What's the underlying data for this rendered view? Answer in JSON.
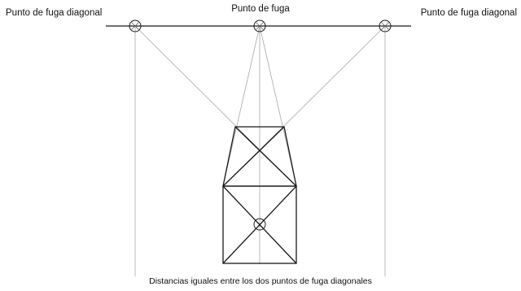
{
  "labels": {
    "left_vp": "Punto de fuga diagonal",
    "center_vp": "Punto de fuga",
    "right_vp": "Punto de fuga diagonal",
    "bottom_note": "Distancias iguales entre los dos puntos de fuga diagonales"
  },
  "colors": {
    "construction_lines": "#a8a8a8",
    "drawing_lines": "#1a1a1a",
    "background": "#ffffff"
  }
}
